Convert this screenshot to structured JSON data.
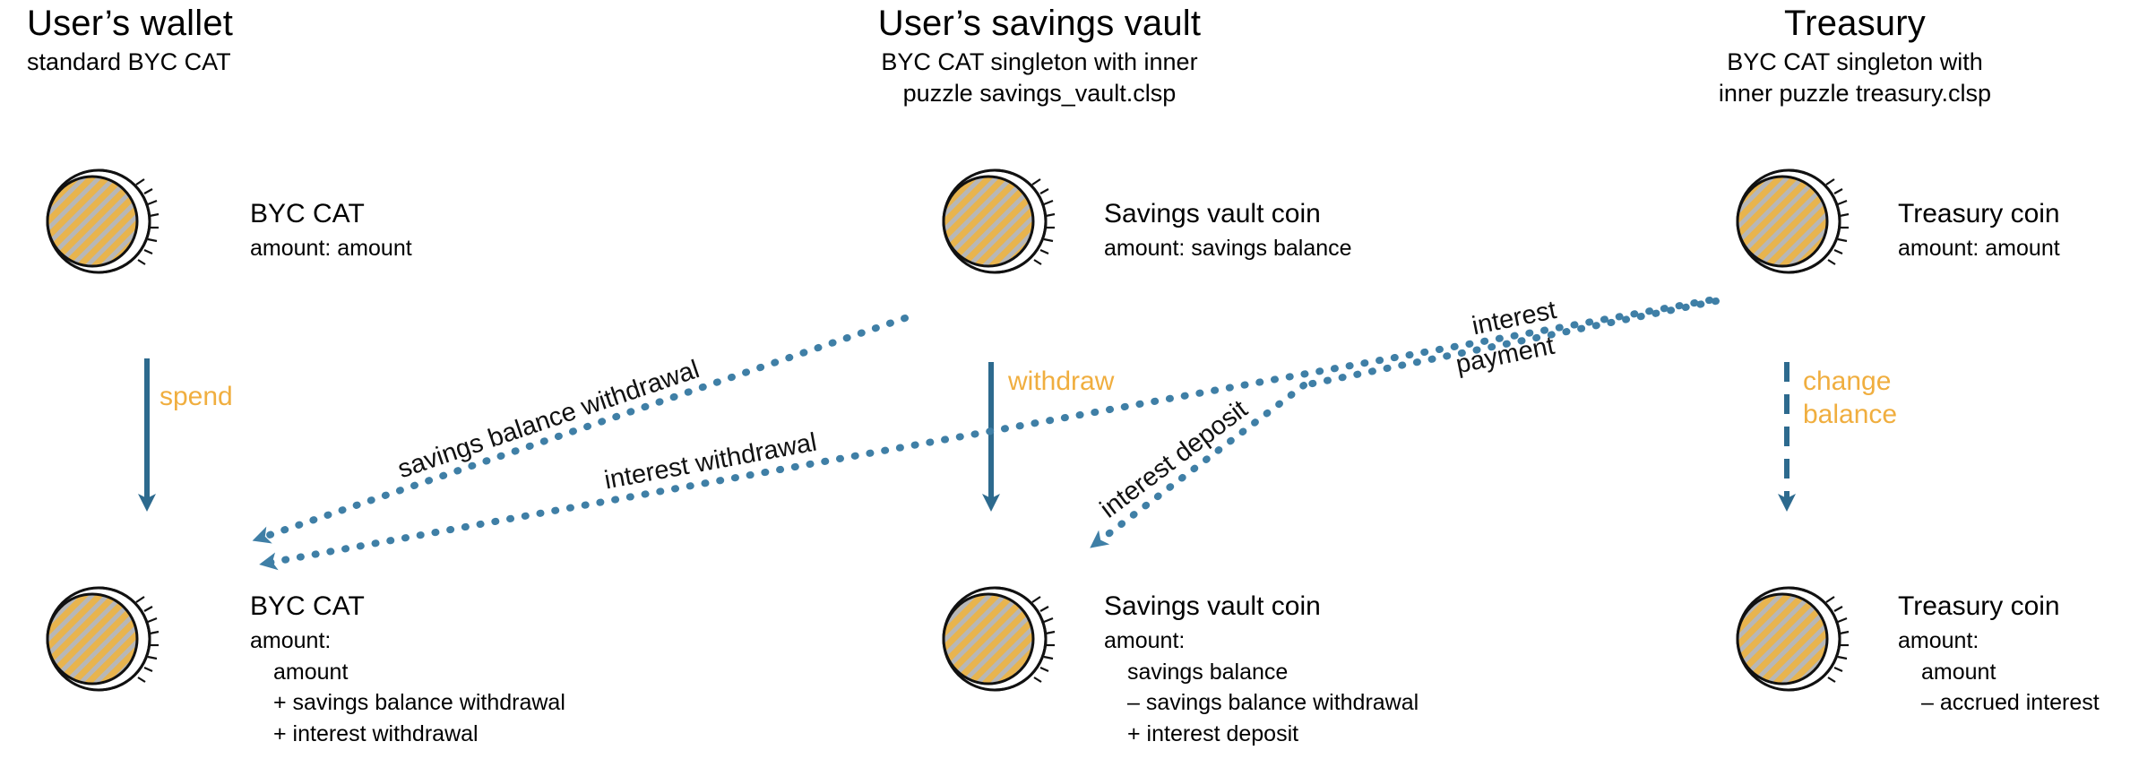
{
  "diagram": {
    "title": "BYC savings vault and treasury coin flow",
    "colors": {
      "arrow_solid": "#2d6a8e",
      "arrow_dotted": "#3f7fa6",
      "flow_label": "#f0ae3f",
      "coin_gold": "#e8b44e",
      "coin_gray": "#b5b5b5",
      "text": "#111111",
      "background": "#ffffff"
    },
    "columns": [
      {
        "id": "user-wallet",
        "title": "User’s wallet",
        "subtitle_lines": [
          "standard BYC CAT"
        ],
        "top_coin": {
          "name": "BYC CAT",
          "lines": [
            "amount: amount"
          ]
        },
        "bottom_coin": {
          "name": "BYC CAT",
          "lines": [
            "amount:"
          ],
          "indented_lines": [
            "amount",
            "+ savings balance withdrawal",
            "+ interest withdrawal"
          ]
        }
      },
      {
        "id": "savings-vault",
        "title": "User’s savings vault",
        "subtitle_lines": [
          "BYC CAT singleton with inner",
          "puzzle savings_vault.clsp"
        ],
        "top_coin": {
          "name": "Savings vault coin",
          "lines": [
            "amount: savings balance"
          ]
        },
        "bottom_coin": {
          "name": "Savings vault coin",
          "lines": [
            "amount:"
          ],
          "indented_lines": [
            "savings balance",
            "– savings balance withdrawal",
            "+ interest deposit"
          ]
        }
      },
      {
        "id": "treasury",
        "title": "Treasury",
        "subtitle_lines": [
          "BYC CAT singleton with",
          "inner puzzle treasury.clsp"
        ],
        "top_coin": {
          "name": "Treasury coin",
          "lines": [
            "amount: amount"
          ]
        },
        "bottom_coin": {
          "name": "Treasury coin",
          "lines": [
            "amount:"
          ],
          "indented_lines": [
            "amount",
            "– accrued interest"
          ]
        }
      }
    ],
    "flows": {
      "spend": "spend",
      "withdraw": "withdraw",
      "change_balance_line1": "change",
      "change_balance_line2": "balance",
      "savings_balance_withdrawal": "savings balance withdrawal",
      "interest_withdrawal": "interest withdrawal",
      "interest_deposit": "interest deposit",
      "interest_payment_line1": "interest",
      "interest_payment_line2": "payment"
    }
  }
}
